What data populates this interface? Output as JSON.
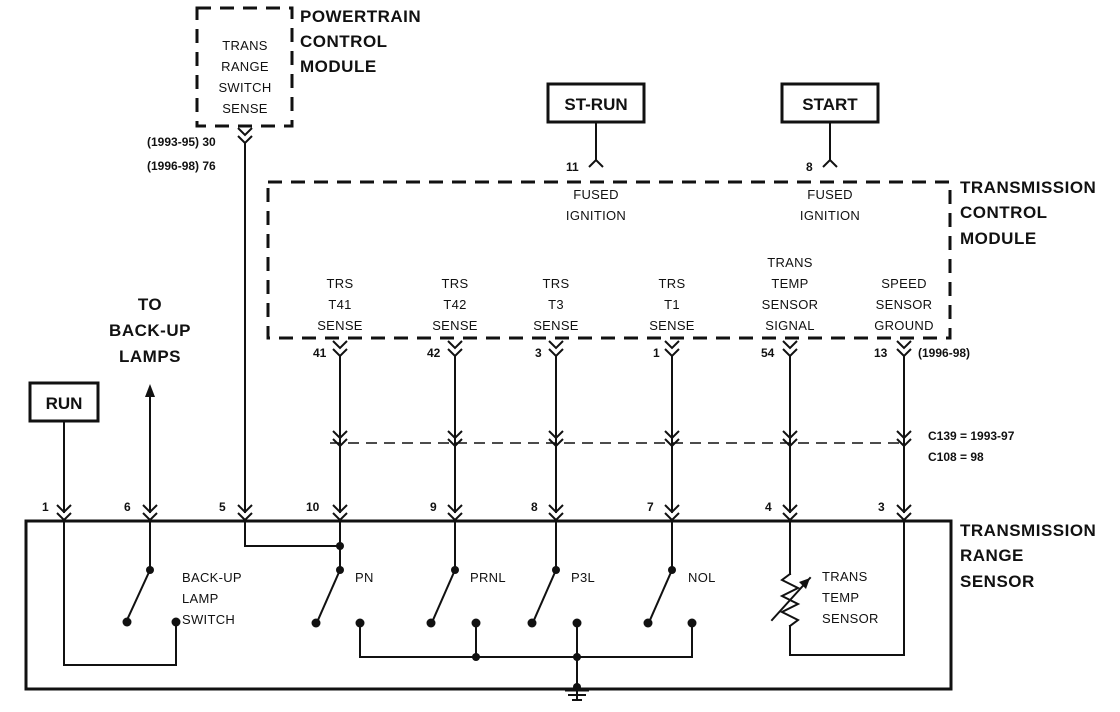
{
  "pcm": {
    "title": [
      "POWERTRAIN",
      "CONTROL",
      "MODULE"
    ],
    "inner": [
      "TRANS",
      "RANGE",
      "SWITCH",
      "SENSE"
    ],
    "pin_labels": [
      "(1993-95) 30",
      "(1996-98) 76"
    ]
  },
  "tcm": {
    "title": [
      "TRANSMISSION",
      "CONTROL",
      "MODULE"
    ],
    "power": [
      {
        "label": "ST-RUN",
        "pin": "11",
        "desc": [
          "FUSED",
          "IGNITION"
        ]
      },
      {
        "label": "START",
        "pin": "8",
        "desc": [
          "FUSED",
          "IGNITION"
        ]
      }
    ],
    "terminals": [
      {
        "pin": "41",
        "label": [
          "TRS",
          "T41",
          "SENSE"
        ]
      },
      {
        "pin": "42",
        "label": [
          "TRS",
          "T42",
          "SENSE"
        ]
      },
      {
        "pin": "3",
        "label": [
          "TRS",
          "T3",
          "SENSE"
        ]
      },
      {
        "pin": "1",
        "label": [
          "TRS",
          "T1",
          "SENSE"
        ]
      },
      {
        "pin": "54",
        "label": [
          "TRANS",
          "TEMP",
          "SENSOR",
          "SIGNAL"
        ]
      },
      {
        "pin": "13",
        "label": [
          "SPEED",
          "SENSOR",
          "GROUND"
        ]
      }
    ],
    "pin13_note": "(1996-98)"
  },
  "connector": [
    "C139 = 1993-97",
    "C108 = 98"
  ],
  "run_label": "RUN",
  "backup": [
    "TO",
    "BACK-UP",
    "LAMPS"
  ],
  "trs": {
    "title": [
      "TRANSMISSION",
      "RANGE",
      "SENSOR"
    ],
    "pins": [
      "1",
      "6",
      "5",
      "10",
      "9",
      "8",
      "7",
      "4",
      "3"
    ],
    "backup_switch": [
      "BACK-UP",
      "LAMP",
      "SWITCH"
    ],
    "contacts": [
      "PN",
      "PRNL",
      "P3L",
      "NOL"
    ],
    "temp_sensor": [
      "TRANS",
      "TEMP",
      "SENSOR"
    ]
  }
}
